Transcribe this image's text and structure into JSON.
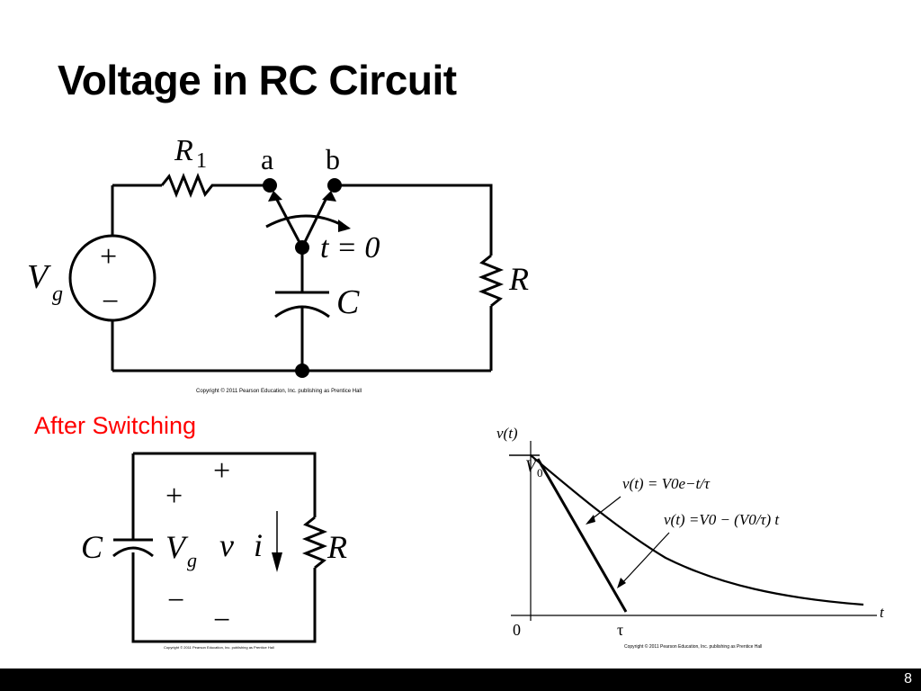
{
  "slide": {
    "title": "Voltage in RC Circuit",
    "subtitle": "After Switching",
    "page_number": "8"
  },
  "circuit1": {
    "resistor1_label": "R",
    "resistor1_sub": "1",
    "node_a": "a",
    "node_b": "b",
    "switch_label": "t = 0",
    "source_label": "V",
    "source_sub": "g",
    "plus": "+",
    "minus": "−",
    "capacitor_label": "C",
    "resistor_label": "R",
    "copyright": "Copyright © 2011 Pearson Education, Inc. publishing as Prentice Hall"
  },
  "circuit2": {
    "capacitor_label": "C",
    "vg_label": "V",
    "vg_sub": "g",
    "v_label": "v",
    "i_label": "i",
    "resistor_label": "R",
    "plus_left": "+",
    "plus_top": "+",
    "minus_left": "−",
    "minus_bottom": "−",
    "copyright": "Copyright © 2011 Pearson Education, Inc. publishing as Prentice Hall"
  },
  "graph": {
    "y_axis_label": "v(t)",
    "x_axis_label": "t",
    "origin_label": "0",
    "v0_label": "V",
    "v0_sub": "0",
    "tau_label": "τ",
    "curve_formula": "v(t) = V0e−t/τ",
    "tangent_formula": "v(t) =V0 − (V0/τ) t",
    "copyright": "Copyright © 2011 Pearson Education, Inc. publishing as Prentice Hall"
  }
}
